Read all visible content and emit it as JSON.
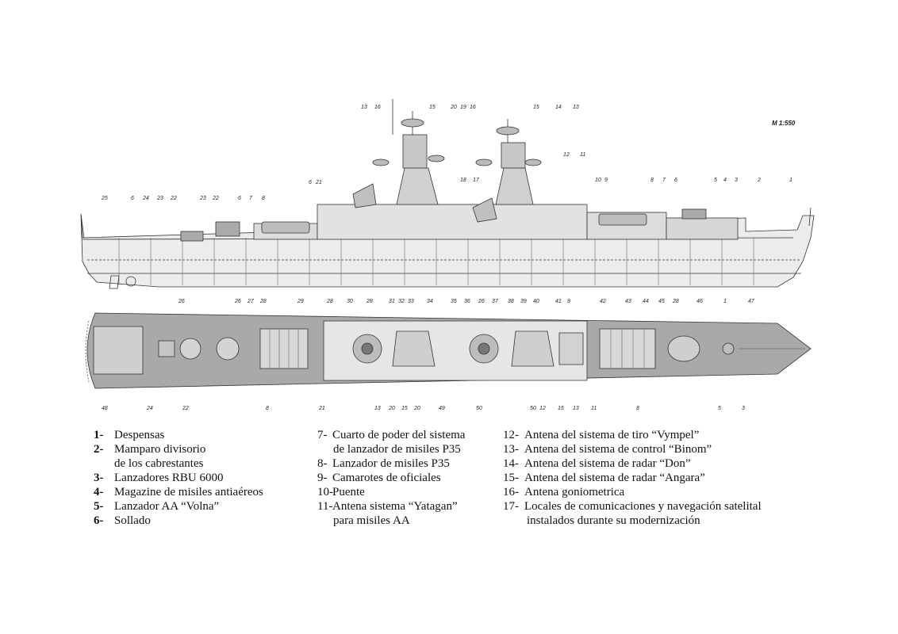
{
  "diagram": {
    "scale_label": "M 1:550",
    "profile_callouts_top": [
      "25",
      "6",
      "24",
      "23",
      "22",
      "23",
      "22",
      "6",
      "7",
      "8",
      "6",
      "21",
      "13",
      "16",
      "15",
      "20",
      "19",
      "16",
      "18",
      "17",
      "15",
      "14",
      "13",
      "12",
      "11",
      "10",
      "9",
      "8",
      "7",
      "6",
      "5",
      "4",
      "3",
      "2",
      "1"
    ],
    "profile_callouts_bottom": [
      "26",
      "26",
      "27",
      "28",
      "29",
      "28",
      "30",
      "28",
      "31",
      "32",
      "33",
      "34",
      "35",
      "36",
      "26",
      "37",
      "38",
      "39",
      "40",
      "41",
      "9",
      "42",
      "43",
      "44",
      "45",
      "28",
      "46",
      "1",
      "47"
    ],
    "plan_callouts": [
      "48",
      "24",
      "22",
      "8",
      "21",
      "13",
      "20",
      "15",
      "20",
      "49",
      "50",
      "50",
      "12",
      "15",
      "13",
      "11",
      "8",
      "5",
      "3"
    ]
  },
  "legend": {
    "col1": [
      {
        "num": "1-",
        "text": "Despensas",
        "cont": ""
      },
      {
        "num": "2-",
        "text": "Mamparo divisorio",
        "cont": "de los cabrestantes"
      },
      {
        "num": "3-",
        "text": "Lanzadores RBU 6000",
        "cont": ""
      },
      {
        "num": "4-",
        "text": "Magazine de misiles antiaéreos",
        "cont": ""
      },
      {
        "num": "5-",
        "text": "Lanzador AA “Volna”",
        "cont": ""
      },
      {
        "num": "6-",
        "text": "Sollado",
        "cont": ""
      }
    ],
    "col2": [
      {
        "num": "7-",
        "text": "Cuarto de poder del sistema",
        "cont": "de lanzador de misiles P35"
      },
      {
        "num": "8-",
        "text": "Lanzador de misiles P35",
        "cont": ""
      },
      {
        "num": "9-",
        "text": "Camarotes de oficiales",
        "cont": ""
      },
      {
        "num": "10-",
        "text": "Puente",
        "cont": ""
      },
      {
        "num": "11-",
        "text": "Antena sistema “Yatagan”",
        "cont": "para misiles AA"
      }
    ],
    "col3": [
      {
        "num": "12-",
        "text": "Antena del sistema de tiro “Vympel”",
        "cont": ""
      },
      {
        "num": "13-",
        "text": "Antena del sistema de control “Binom”",
        "cont": ""
      },
      {
        "num": "14-",
        "text": "Antena del sistema de radar “Don”",
        "cont": ""
      },
      {
        "num": "15-",
        "text": "Antena del sistema de radar “Angara”",
        "cont": ""
      },
      {
        "num": "16-",
        "text": "Antena goniometrica",
        "cont": ""
      },
      {
        "num": "17-",
        "text": "Locales de comunicaciones y navegación satelital",
        "cont": "instalados durante su modernización"
      }
    ]
  }
}
